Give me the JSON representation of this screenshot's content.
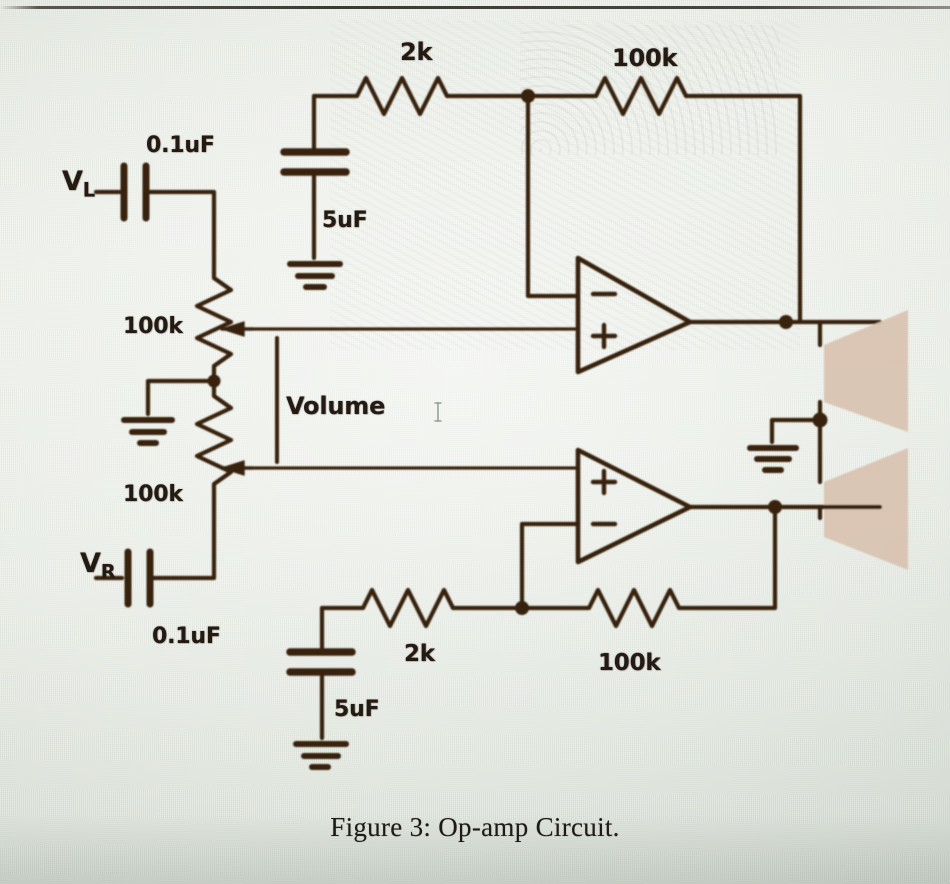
{
  "figure": {
    "caption": "Figure 3:  Op-amp Circuit.",
    "title": "Op-amp Circuit"
  },
  "colors": {
    "paper": "#e9ede5",
    "ink": "#241a14",
    "wire": "#3a2318",
    "speaker": "#d7bfae",
    "cursor": "#8e9690"
  },
  "labels": {
    "source_left": "V",
    "source_left_sub": "L",
    "source_right": "V",
    "source_right_sub": "R",
    "cap_left_in": "0.1uF",
    "cap_right_in": "0.1uF",
    "pot_top": "100k",
    "pot_bottom": "100k",
    "volume": "Volume",
    "cap_top_filter": "5uF",
    "cap_bottom_filter": "5uF",
    "res_top_series": "2k",
    "res_top_feedback": "100k",
    "res_bottom_series": "2k",
    "res_bottom_feedback": "100k"
  },
  "components": {
    "opamp_top": {
      "name": "top-op-amp",
      "input_top": "−",
      "input_bottom": "+"
    },
    "opamp_bottom": {
      "name": "bottom-op-amp",
      "input_top": "+",
      "input_bottom": "−"
    },
    "speaker_top": "speaker-left-channel",
    "speaker_bottom": "speaker-right-channel",
    "grounds": [
      "ground-top-filter-cap",
      "ground-potentiometer-midpoint",
      "ground-speakers",
      "ground-bottom-filter-cap"
    ]
  },
  "chart_data": {
    "type": "schematic",
    "title": "Op-amp Circuit",
    "nodes": [
      "V_L",
      "V_R",
      "pot-wiper-top",
      "pot-wiper-bottom",
      "summing-node-top",
      "summing-node-bottom",
      "opamp-top-out",
      "opamp-bottom-out",
      "ground"
    ],
    "elements": [
      {
        "ref": "C1",
        "type": "capacitor",
        "value": "0.1uF",
        "between": [
          "V_L",
          "pot-top-in"
        ]
      },
      {
        "ref": "C2",
        "type": "capacitor",
        "value": "0.1uF",
        "between": [
          "V_R",
          "pot-bottom-in"
        ]
      },
      {
        "ref": "R1",
        "type": "potentiometer",
        "value": "100k",
        "label": "Volume",
        "between": [
          "pot-top-in",
          "ground"
        ]
      },
      {
        "ref": "R2",
        "type": "potentiometer",
        "value": "100k",
        "label": "Volume",
        "between": [
          "pot-bottom-in",
          "ground"
        ]
      },
      {
        "ref": "C3",
        "type": "capacitor",
        "value": "5uF",
        "between": [
          "summing-branch-top",
          "ground"
        ]
      },
      {
        "ref": "C4",
        "type": "capacitor",
        "value": "5uF",
        "between": [
          "summing-branch-bottom",
          "ground"
        ]
      },
      {
        "ref": "R3",
        "type": "resistor",
        "value": "2k",
        "between": [
          "summing-branch-top",
          "summing-node-top"
        ]
      },
      {
        "ref": "R4",
        "type": "resistor",
        "value": "100k",
        "between": [
          "summing-node-top",
          "opamp-top-out"
        ]
      },
      {
        "ref": "R5",
        "type": "resistor",
        "value": "2k",
        "between": [
          "summing-branch-bottom",
          "summing-node-bottom"
        ]
      },
      {
        "ref": "R6",
        "type": "resistor",
        "value": "100k",
        "between": [
          "summing-node-bottom",
          "opamp-bottom-out"
        ]
      },
      {
        "ref": "U1",
        "type": "op-amp",
        "inputs": {
          "inverting": "summing-node-top",
          "non-inverting": "pot-wiper-top"
        },
        "output": "opamp-top-out"
      },
      {
        "ref": "U2",
        "type": "op-amp",
        "inputs": {
          "non-inverting": "pot-wiper-bottom",
          "inverting": "summing-node-bottom"
        },
        "output": "opamp-bottom-out"
      },
      {
        "ref": "LS1",
        "type": "speaker",
        "between": [
          "opamp-top-out",
          "ground"
        ]
      },
      {
        "ref": "LS2",
        "type": "speaker",
        "between": [
          "opamp-bottom-out",
          "ground"
        ]
      }
    ]
  }
}
